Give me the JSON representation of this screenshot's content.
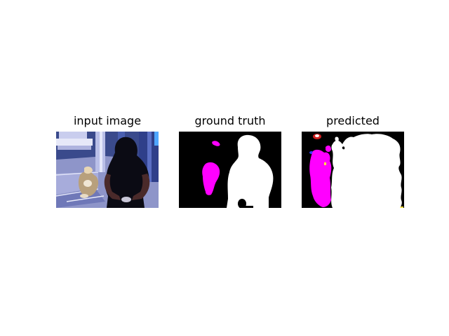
{
  "figure": {
    "panels": [
      {
        "title": "input image"
      },
      {
        "title": "ground truth"
      },
      {
        "title": "predicted"
      }
    ]
  },
  "colors": {
    "background": "#000000",
    "person_class": "#ffffff",
    "dog_class": "#ff00ff",
    "other_class_red": "#d02020",
    "other_class_blue": "#3040ff",
    "other_class_yellow": "#ffe040"
  }
}
